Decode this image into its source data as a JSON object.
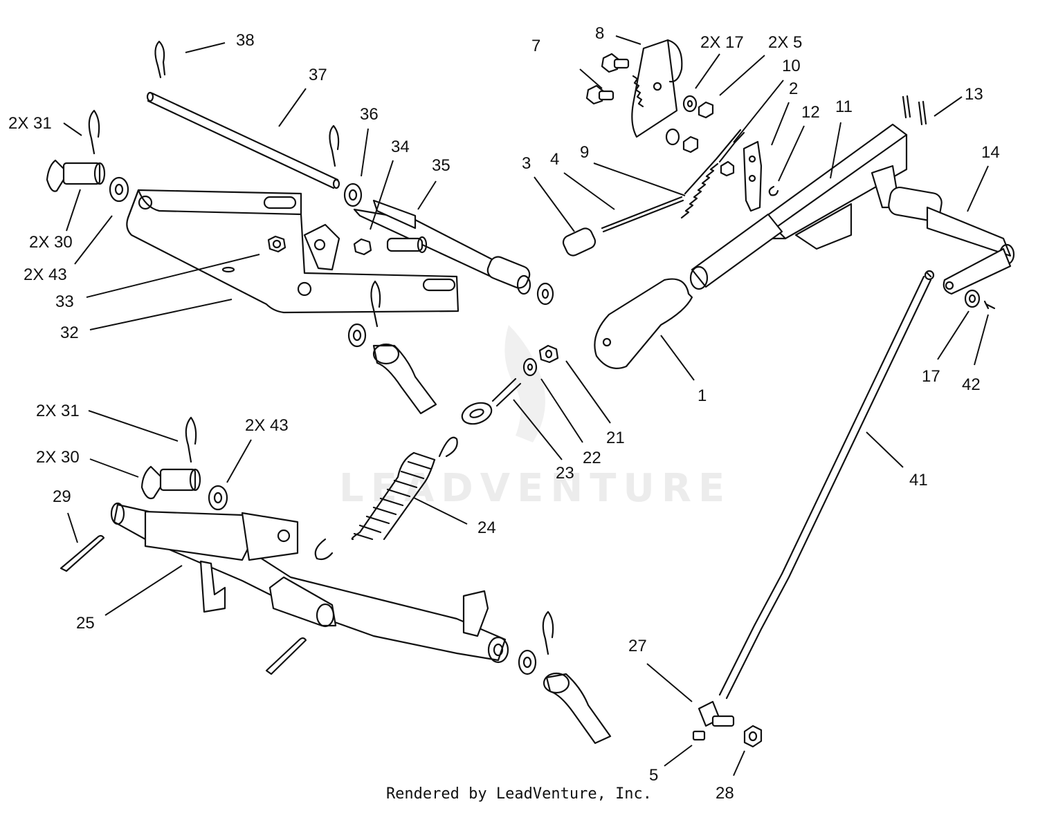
{
  "credit": "Rendered by LeadVenture, Inc.",
  "watermark": "LEADVENTURE",
  "callouts": {
    "c1": "1",
    "c2": "2",
    "c3": "3",
    "c4": "4",
    "c5": "5",
    "c5b": "2X 5",
    "c7": "7",
    "c8": "8",
    "c9": "9",
    "c10": "10",
    "c11": "11",
    "c12": "12",
    "c13": "13",
    "c14": "14",
    "c17a": "2X 17",
    "c17b": "17",
    "c21": "21",
    "c22": "22",
    "c23": "23",
    "c24": "24",
    "c25": "25",
    "c27": "27",
    "c28": "28",
    "c29": "29",
    "c30a": "2X 30",
    "c30b": "2X 30",
    "c31a": "2X 31",
    "c31b": "2X 31",
    "c32": "32",
    "c33": "33",
    "c34": "34",
    "c35": "35",
    "c36": "36",
    "c37": "37",
    "c38": "38",
    "c41": "41",
    "c42": "42",
    "c43a": "2X 43",
    "c43b": "2X 43"
  }
}
